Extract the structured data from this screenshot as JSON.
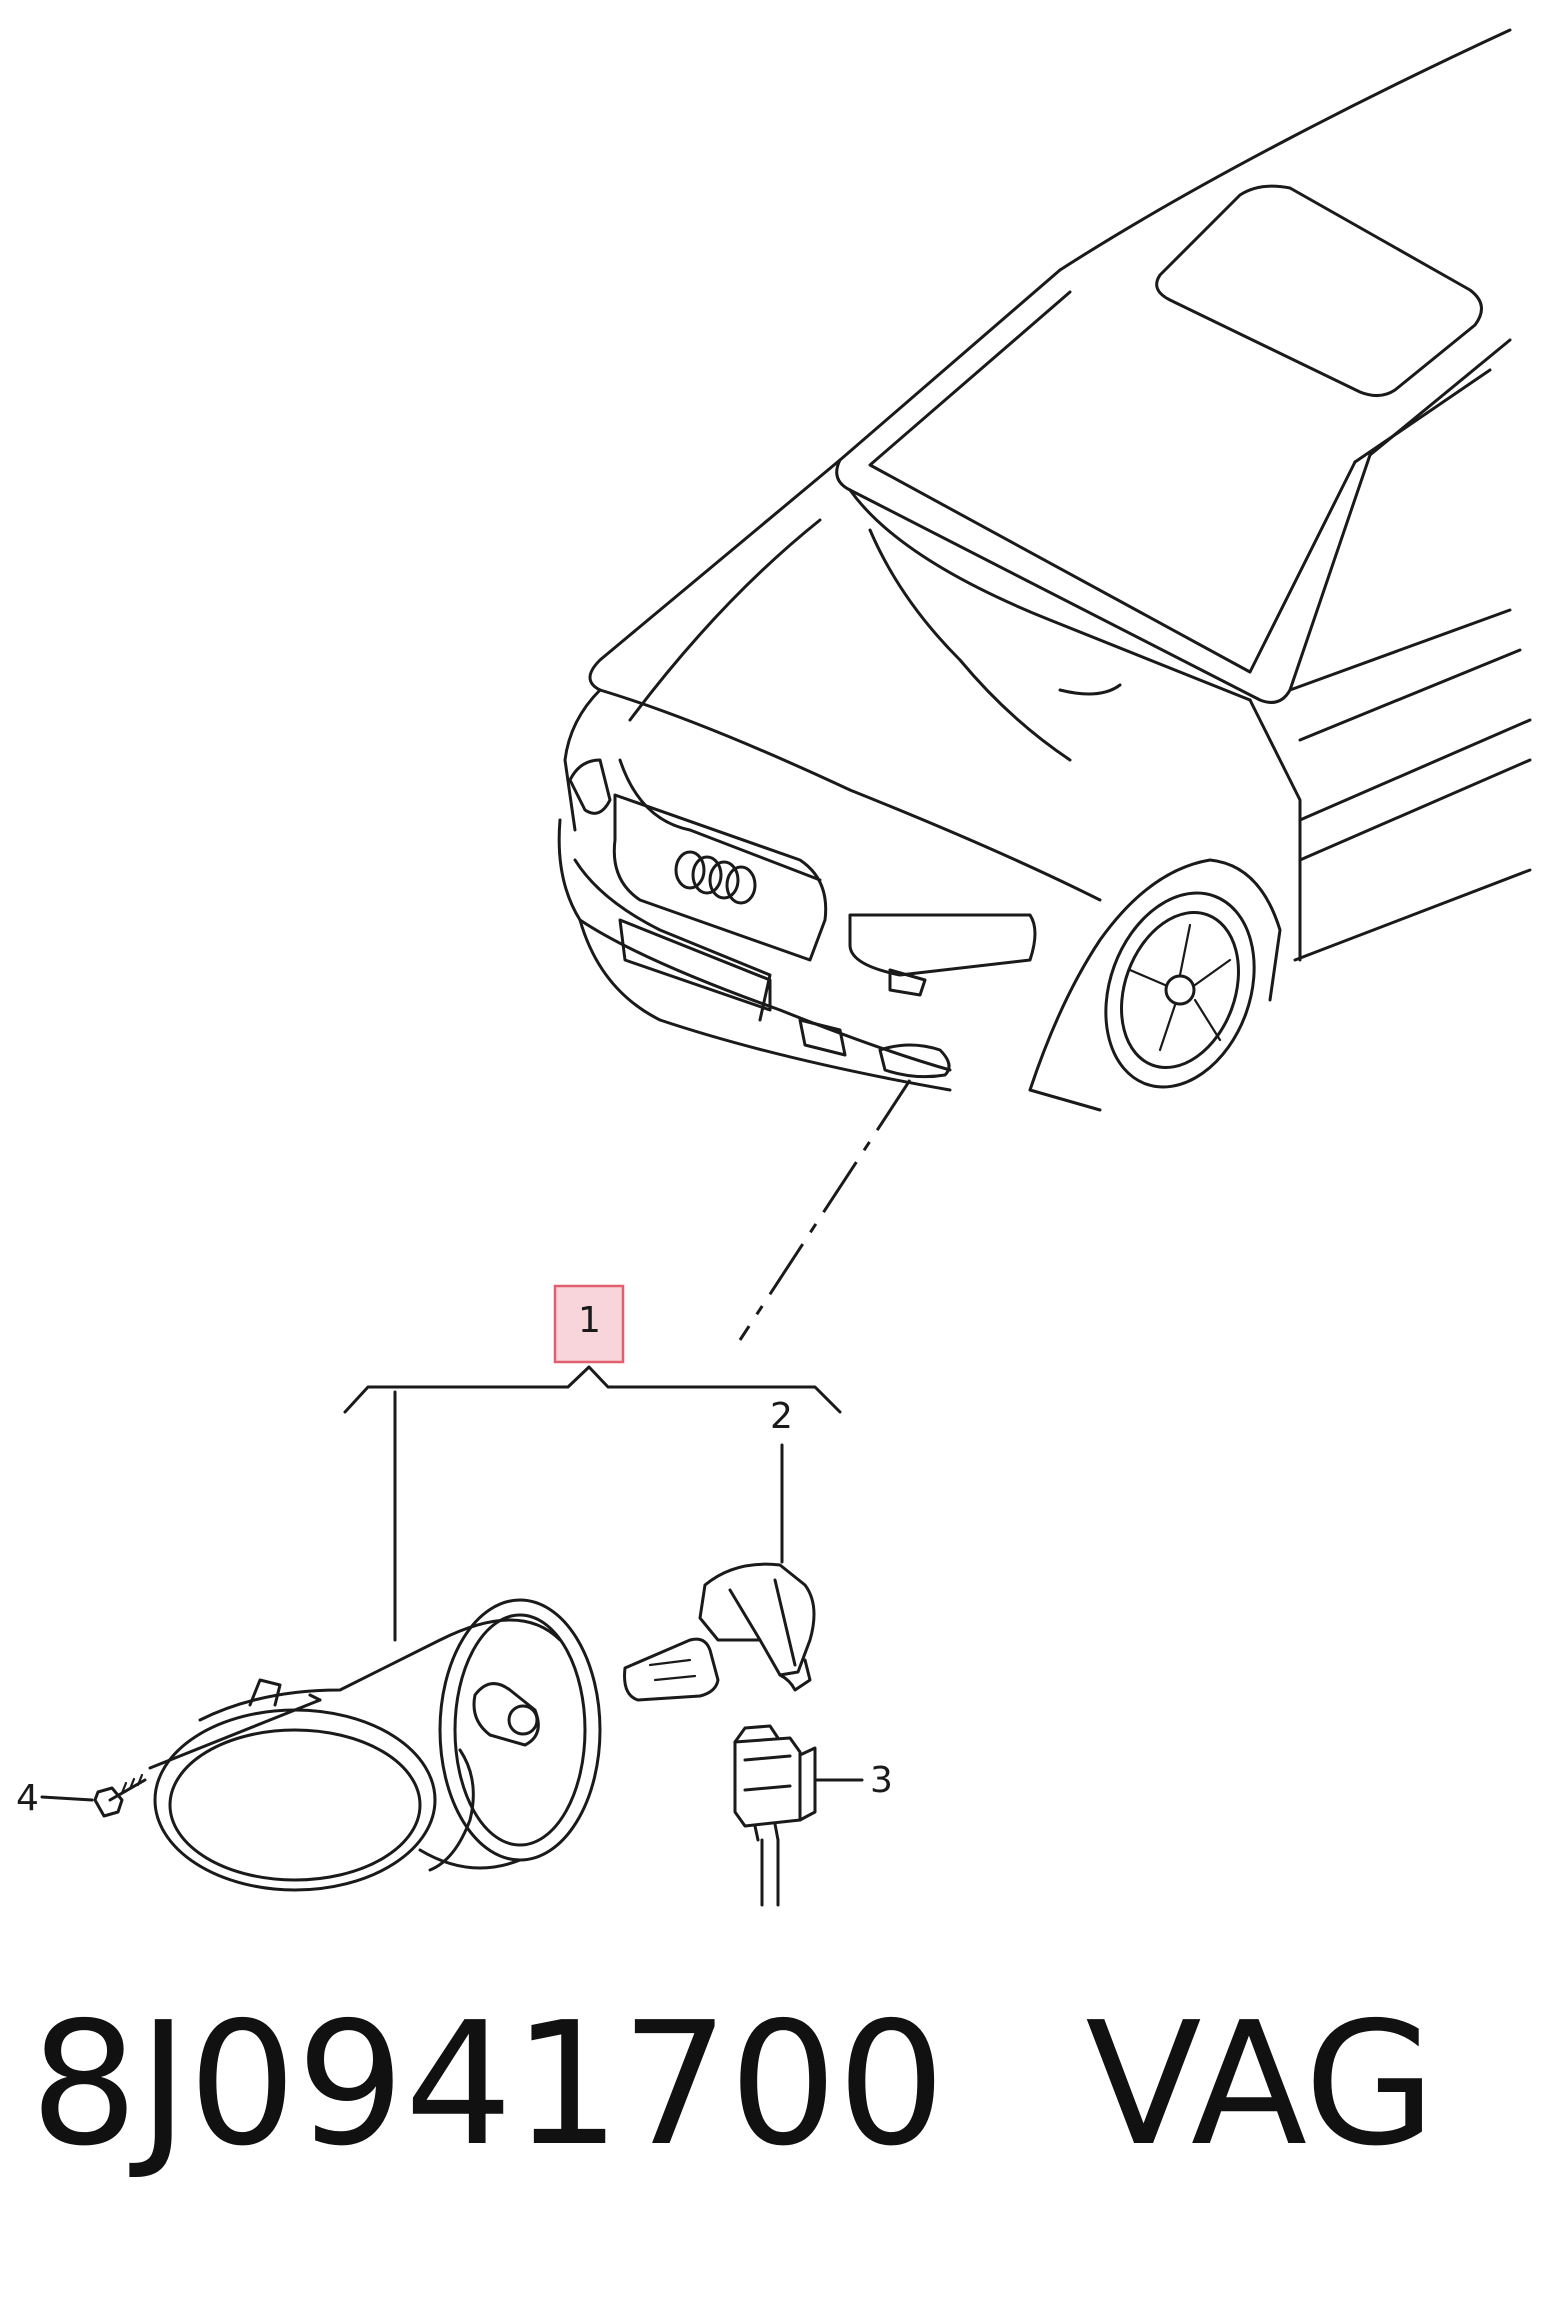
{
  "callouts": {
    "c1": "1",
    "c2": "2",
    "c3": "3",
    "c4": "4"
  },
  "caption": {
    "part_number": "8J0941700",
    "brand": "VAG"
  },
  "colors": {
    "line": "#1a1a1a",
    "highlight_fill": "#f7d5da",
    "highlight_stroke": "#e0606f"
  }
}
